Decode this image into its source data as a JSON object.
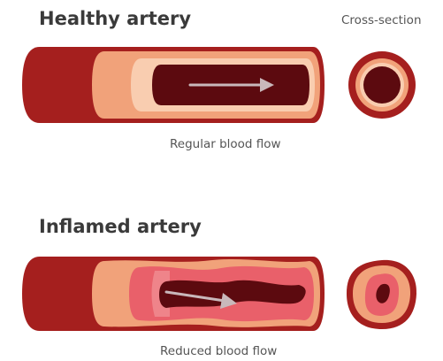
{
  "healthy": {
    "title": "Healthy artery",
    "cross_section_label": "Cross-section",
    "caption": "Regular blood flow"
  },
  "inflamed": {
    "title": "Inflamed artery",
    "caption": "Reduced blood flow"
  },
  "colors": {
    "outer_wall": "#a51f1e",
    "outer_wall_dark": "#7d1414",
    "middle_layer": "#f1a27a",
    "inner_layer": "#f9cdb0",
    "lumen": "#5c0a0f",
    "plaque": "#e9606a",
    "plaque_light": "#f08d92",
    "arrow": "#c9b8bb"
  }
}
